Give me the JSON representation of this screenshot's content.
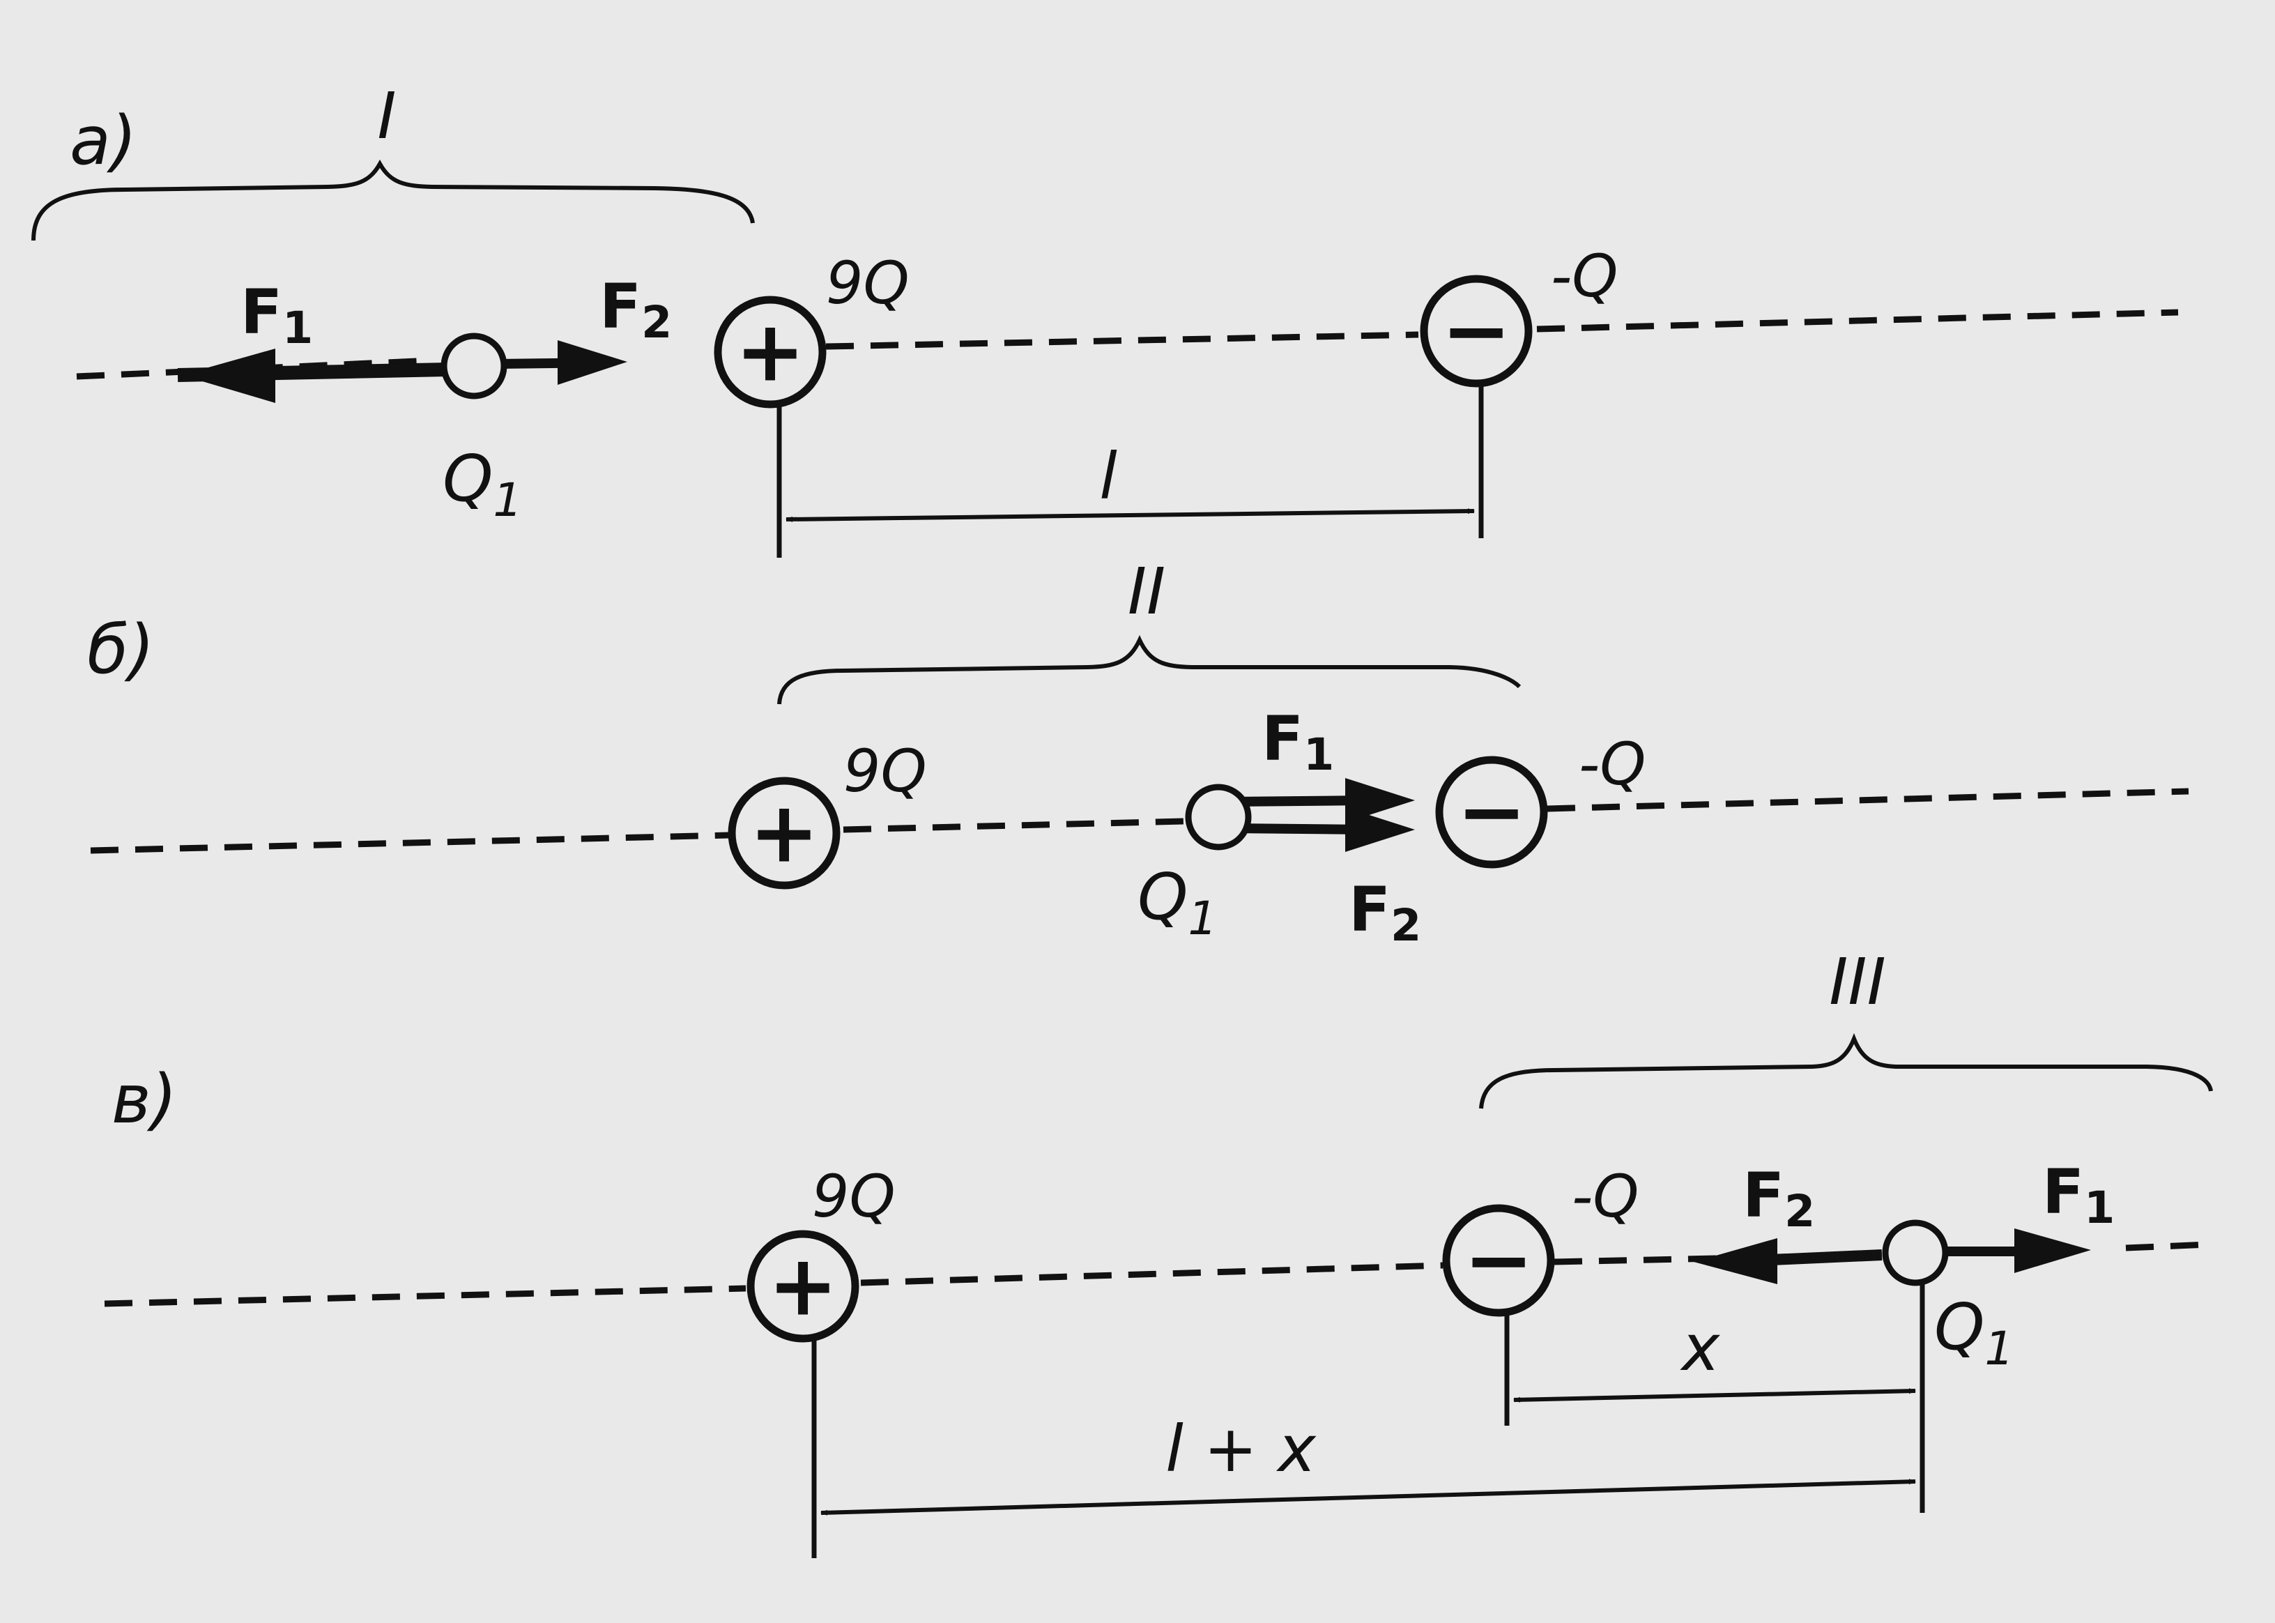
{
  "panels": [
    {
      "letter": "a)",
      "region": "I",
      "charge_plus": "9Q",
      "charge_minus": "-Q",
      "test_charge": "Q",
      "test_charge_sub": "1",
      "force_left": "F",
      "force_left_sub": "1",
      "force_right": "F",
      "force_right_sub": "2",
      "distance": "l"
    },
    {
      "letter": "б)",
      "region": "II",
      "charge_plus": "9Q",
      "charge_minus": "-Q",
      "test_charge": "Q",
      "test_charge_sub": "1",
      "force_top": "F",
      "force_top_sub": "1",
      "force_bottom": "F",
      "force_bottom_sub": "2"
    },
    {
      "letter": "в)",
      "region": "III",
      "charge_plus": "9Q",
      "charge_minus": "-Q",
      "test_charge": "Q",
      "test_charge_sub": "1",
      "force_left": "F",
      "force_left_sub": "2",
      "force_right": "F",
      "force_right_sub": "1",
      "distance_short": "x",
      "distance_long": "l + x"
    }
  ],
  "symbols": {
    "plus": "+",
    "minus": "−"
  },
  "colors": {
    "ink": "#111111",
    "paper": "#e9e9e9"
  }
}
